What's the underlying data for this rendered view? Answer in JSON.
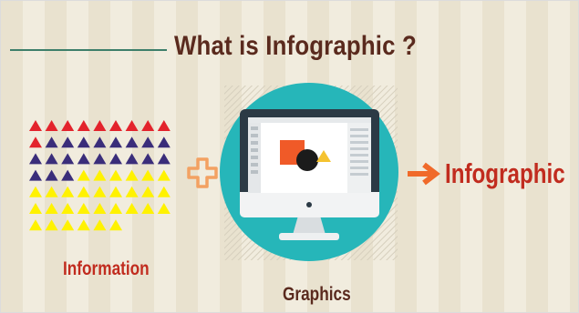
{
  "title": "What is Infographic ?",
  "information_label": "Information",
  "graphics_label": "Graphics",
  "result_label": "Infographic",
  "colors": {
    "title": "#5a2a1e",
    "accent_red": "#c12c1f",
    "arrow": "#f06a2a",
    "plus": "#f3a162",
    "triangle_red": "#e3232c",
    "triangle_navy": "#3a2d7a",
    "triangle_yellow": "#fff200",
    "circle": "#26b6b9",
    "divider": "#3d7f6a"
  },
  "triangle_grid": [
    [
      "red",
      "red",
      "red",
      "red",
      "red",
      "red",
      "red",
      "red",
      "red"
    ],
    [
      "red",
      "navy",
      "navy",
      "navy",
      "navy",
      "navy",
      "navy",
      "navy",
      "navy"
    ],
    [
      "navy",
      "navy",
      "navy",
      "navy",
      "navy",
      "navy",
      "navy",
      "navy",
      "navy"
    ],
    [
      "navy",
      "navy",
      "navy",
      "yellow",
      "yellow",
      "yellow",
      "yellow",
      "yellow",
      "yellow"
    ],
    [
      "yellow",
      "yellow",
      "yellow",
      "yellow",
      "yellow",
      "yellow",
      "yellow",
      "yellow",
      "yellow"
    ],
    [
      "yellow",
      "yellow",
      "yellow",
      "yellow",
      "yellow",
      "yellow",
      "yellow",
      "yellow",
      "yellow"
    ],
    [
      "yellow",
      "yellow",
      "yellow",
      "yellow",
      "yellow",
      "yellow"
    ]
  ],
  "icons": [
    "plus-icon",
    "monitor-icon",
    "arrow-right-icon"
  ]
}
